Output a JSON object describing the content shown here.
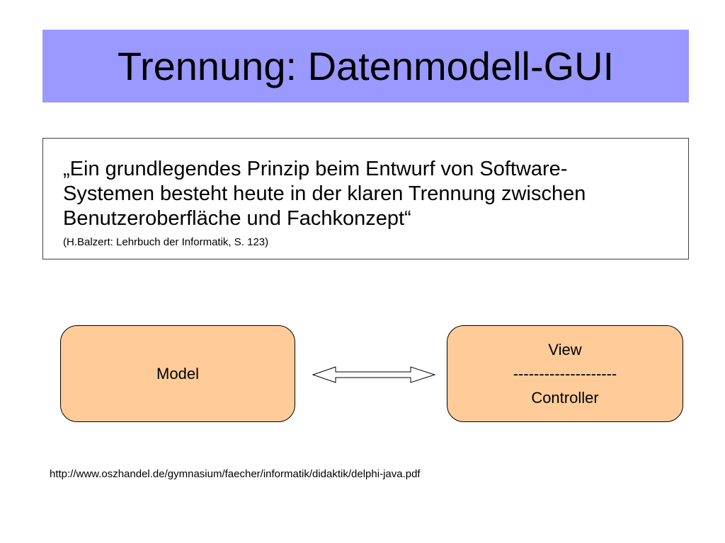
{
  "slide": {
    "title": "Trennung: Datenmodell-GUI",
    "quote": "„Ein grundlegendes Prinzip beim Entwurf von Software-\nSystemen besteht heute in der klaren Trennung zwischen\nBenutzeroberfläche und Fachkonzept“",
    "citation": "(H.Balzert: Lehrbuch der Informatik, S. 123)",
    "source_url": "http://www.oszhandel.de/gymnasium/faecher/informatik/didaktik/delphi-java.pdf"
  },
  "diagram": {
    "model_label": "Model",
    "view_label": "View",
    "separator": "--------------------",
    "controller_label": "Controller",
    "arrow_type": "double-headed"
  },
  "colors": {
    "title_background": "#9999ff",
    "node_fill": "#ffcc99",
    "border": "#000000",
    "text": "#000000"
  }
}
